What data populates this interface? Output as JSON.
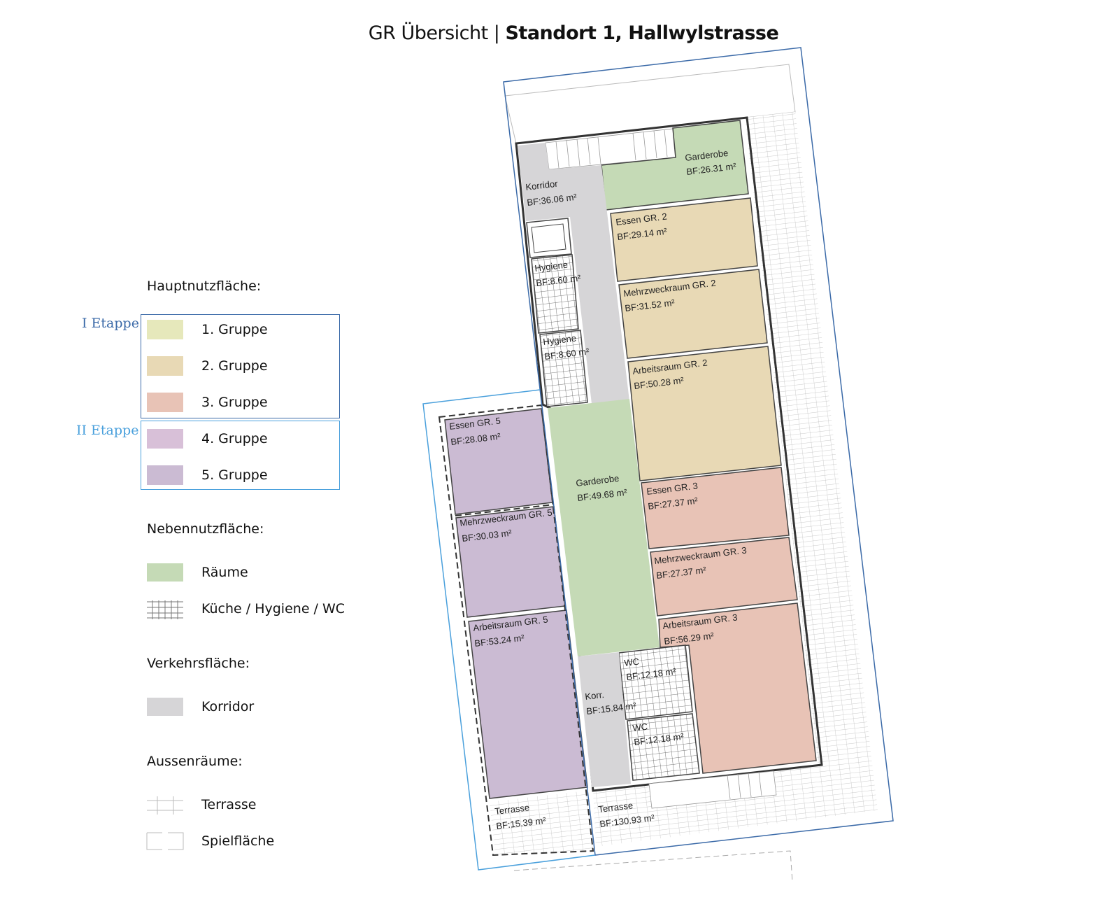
{
  "title": {
    "prefix": "GR Übersicht | ",
    "bold": "Standort 1, Hallwylstrasse"
  },
  "legend": {
    "hauptnutz_heading": "Hauptnutzfläche:",
    "etappe1": "I Etappe",
    "etappe2": "II Etappe",
    "groups": [
      {
        "label": "1. Gruppe",
        "color": "#e6e8bb"
      },
      {
        "label": "2. Gruppe",
        "color": "#e8d9b5"
      },
      {
        "label": "3. Gruppe",
        "color": "#e8c3b6"
      },
      {
        "label": "4. Gruppe",
        "color": "#d8c0d8"
      },
      {
        "label": "5. Gruppe",
        "color": "#cbbbd3"
      }
    ],
    "nebennutz_heading": "Nebennutzfläche:",
    "raeume": "Räume",
    "kueche": "Küche / Hygiene / WC",
    "verkehr_heading": "Verkehrsfläche:",
    "korridor": "Korridor",
    "aussen_heading": "Aussenräume:",
    "terrasse": "Terrasse",
    "spielflaeche": "Spielfläche"
  },
  "colors": {
    "etappe1": "#3b6aa8",
    "etappe2": "#4aa0dc",
    "raeume": "#c5dab6",
    "korridor": "#d6d5d7"
  },
  "rooms": [
    {
      "name": "Garderobe",
      "area": "BF:26.31 m²"
    },
    {
      "name": "Korridor",
      "area": "BF:36.06 m²"
    },
    {
      "name": "Essen GR. 2",
      "area": "BF:29.14 m²"
    },
    {
      "name": "Hygiene",
      "area": "BF:8.60 m²"
    },
    {
      "name": "Mehrzweckraum GR. 2",
      "area": "BF:31.52 m²"
    },
    {
      "name": "Hygiene",
      "area": "BF:8.60 m²"
    },
    {
      "name": "Arbeitsraum GR. 2",
      "area": "BF:50.28 m²"
    },
    {
      "name": "Essen GR. 5",
      "area": "BF:28.08 m²"
    },
    {
      "name": "Garderobe",
      "area": "BF:49.68 m²"
    },
    {
      "name": "Essen GR. 3",
      "area": "BF:27.37 m²"
    },
    {
      "name": "Mehrzweckraum GR. 5",
      "area": "BF:30.03 m²"
    },
    {
      "name": "Mehrzweckraum GR. 3",
      "area": "BF:27.37 m²"
    },
    {
      "name": "Arbeitsraum GR. 3",
      "area": "BF:56.29 m²"
    },
    {
      "name": "Arbeitsraum GR. 5",
      "area": "BF:53.24 m²"
    },
    {
      "name": "WC",
      "area": "BF:12.18 m²"
    },
    {
      "name": "Korr.",
      "area": "BF:15.84 m²"
    },
    {
      "name": "WC",
      "area": "BF:12.18 m²"
    },
    {
      "name": "Terrasse",
      "area": "BF:15.39 m²"
    },
    {
      "name": "Terrasse",
      "area": "BF:130.93 m²"
    }
  ]
}
